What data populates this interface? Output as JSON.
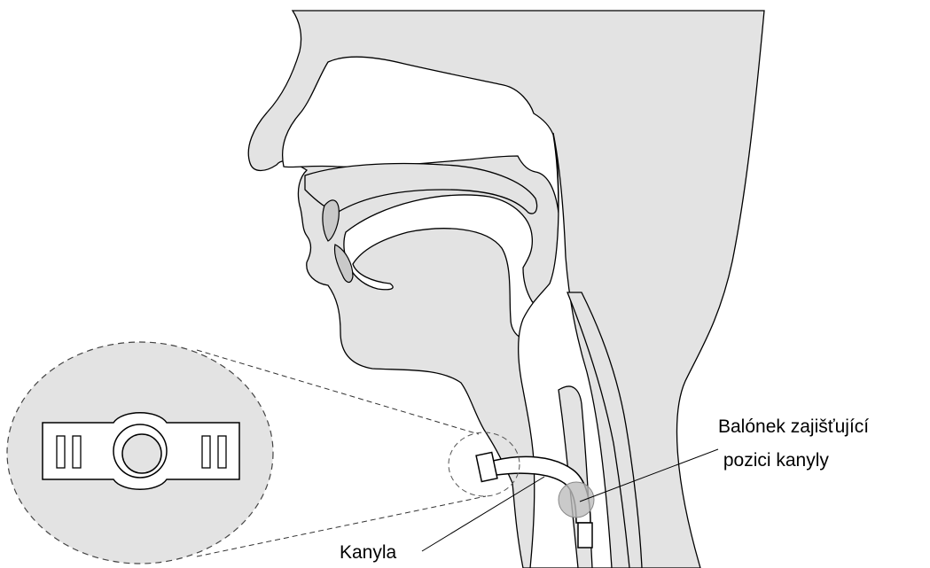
{
  "labels": {
    "balloon_line1": "Balónek zajišťující",
    "balloon_line2": " pozici kanyly",
    "cannula": "Kanyla"
  },
  "colors": {
    "tissue_fill": "#e3e3e3",
    "airway_fill": "#ffffff",
    "outline": "#000000",
    "balloon": "#bdbdbd"
  }
}
